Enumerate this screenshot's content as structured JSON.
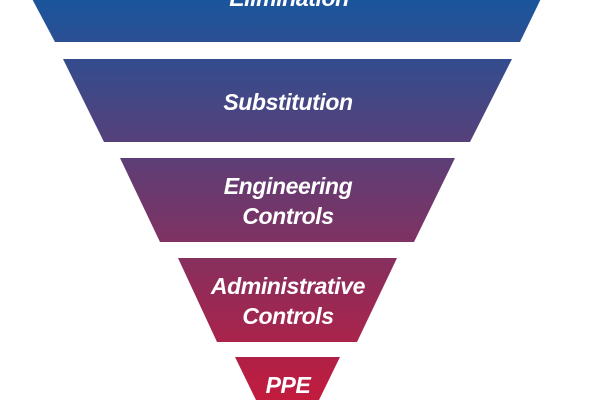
{
  "hierarchy": {
    "tiers": [
      {
        "lines": [
          "Elimination"
        ],
        "color": "#1c5196"
      },
      {
        "lines": [
          "Substitution"
        ],
        "color": "#3c437e"
      },
      {
        "lines": [
          "Engineering",
          "Controls"
        ],
        "color": "#5b3769"
      },
      {
        "lines": [
          "Administrative",
          "Controls"
        ],
        "color": "#8b2654"
      },
      {
        "lines": [
          "PPE"
        ],
        "color": "#b51d43"
      }
    ],
    "gradient": {
      "top": "#1a559c",
      "bottom": "#c21b3d"
    }
  }
}
